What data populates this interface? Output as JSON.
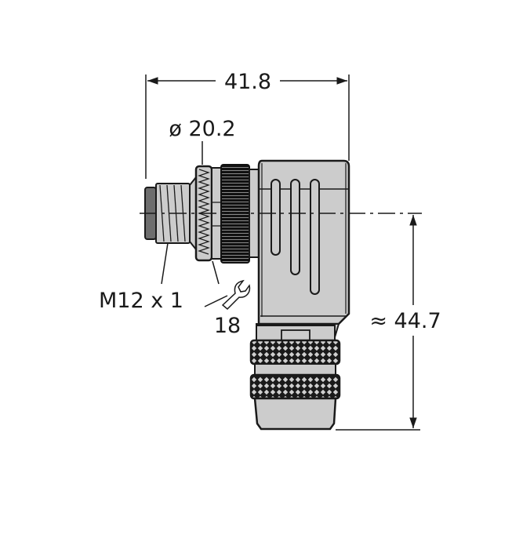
{
  "drawing": {
    "title": "Angled M12 connector dimensional drawing",
    "colors": {
      "line": "#1a1a1a",
      "body_fill": "#cccccc",
      "dark_fill": "#6e6e6e",
      "knurl_dark": "#111111",
      "background": "#ffffff"
    },
    "dimensions": {
      "overall_width": "41.8",
      "nut_diameter": "ø 20.2",
      "thread": "M12 x 1",
      "wrench_size": "18",
      "height": "≈ 44.7"
    },
    "icons": {
      "wrench": "wrench-icon"
    }
  }
}
